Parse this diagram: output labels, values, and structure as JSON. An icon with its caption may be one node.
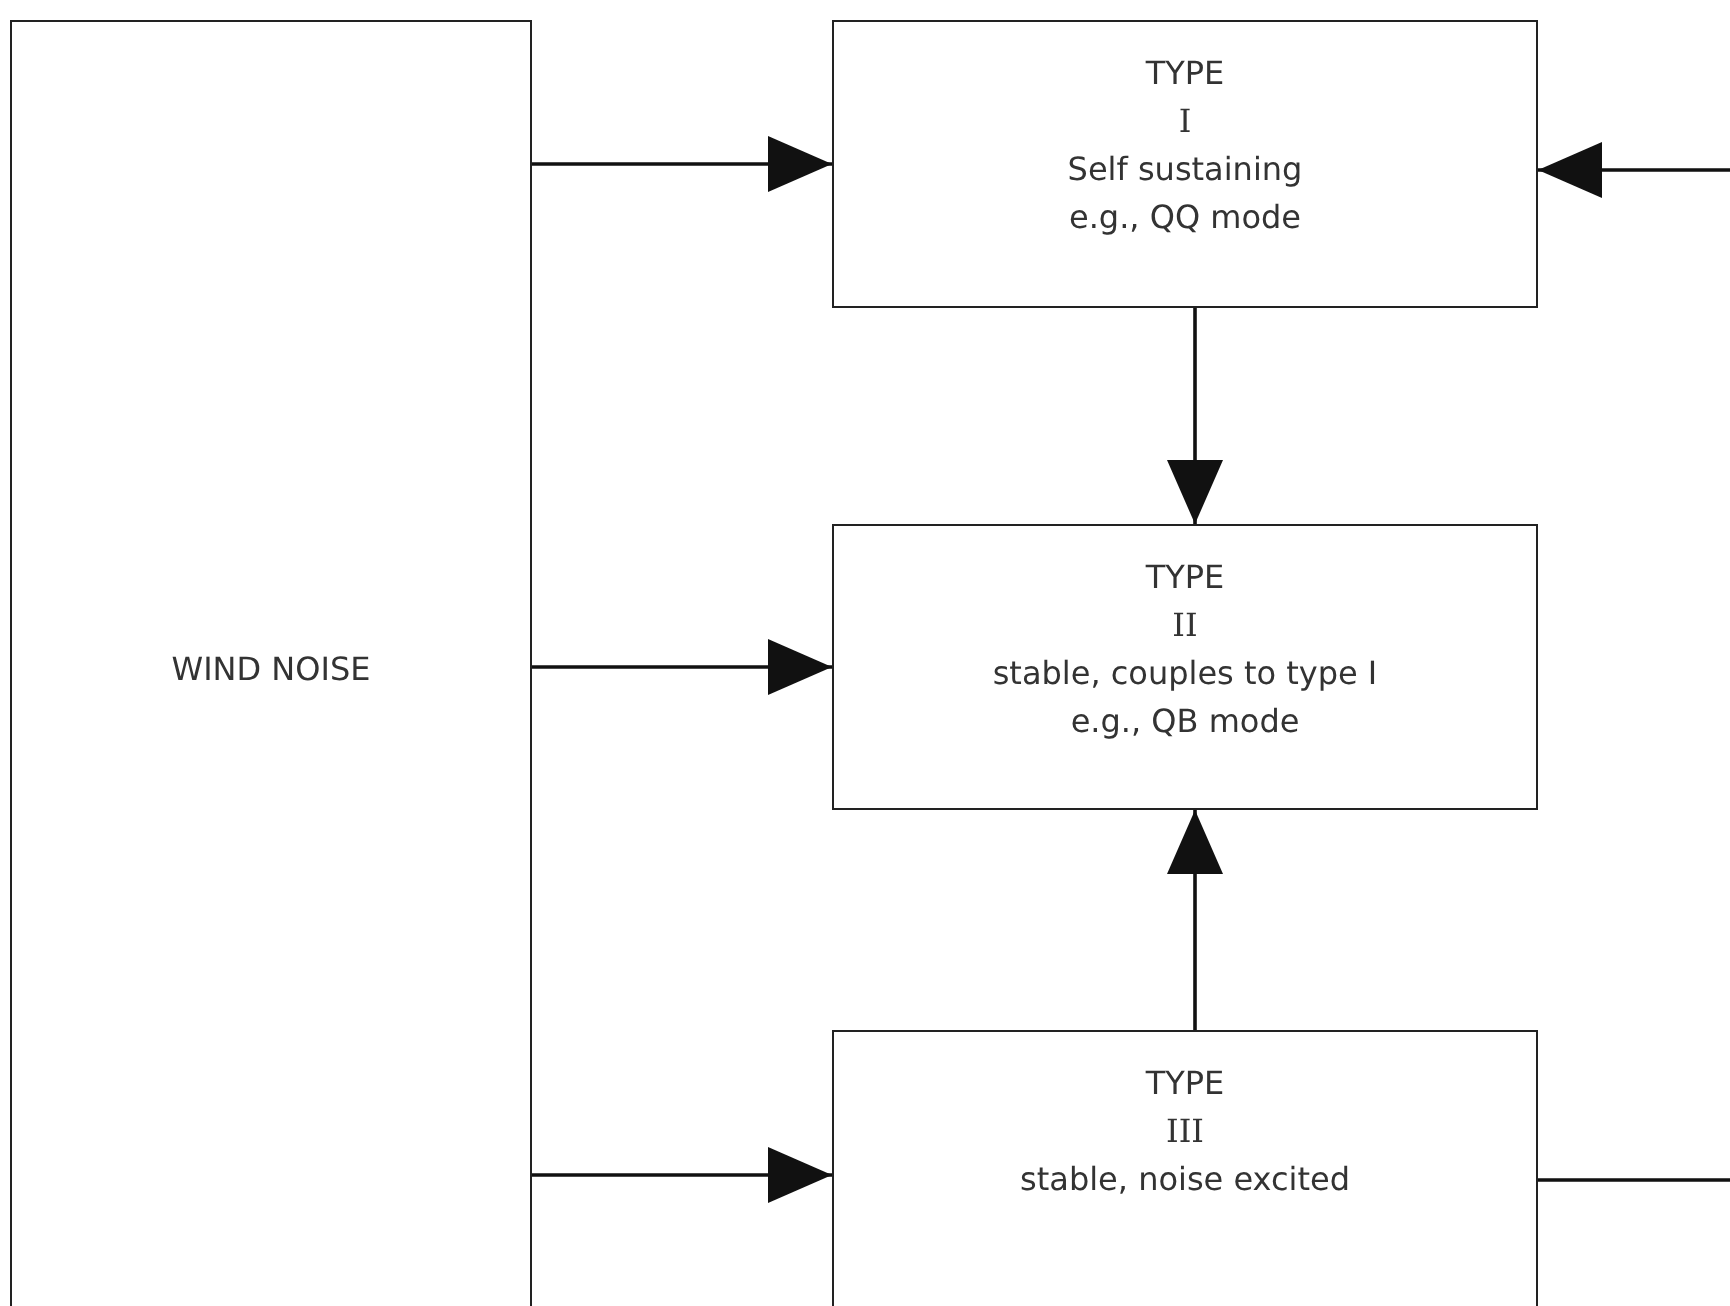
{
  "diagram": {
    "nodes": [
      {
        "text": [
          "WIND NOISE"
        ]
      },
      {
        "text": [
          "TYPE I",
          "Self sustaining",
          "e.g., QQ mode"
        ]
      },
      {
        "text": [
          "TYPE II",
          "stable, couples to type I",
          "e.g., QB mode"
        ]
      },
      {
        "text": [
          "TYPE III",
          "stable, noise excited"
        ]
      }
    ],
    "edges": [
      {
        "from": 0,
        "to": 1,
        "arrow": "to"
      },
      {
        "from": 0,
        "to": 2,
        "arrow": "to"
      },
      {
        "from": 0,
        "to": 3,
        "arrow": "to"
      },
      {
        "from": 1,
        "to": 2,
        "arrow": "to"
      },
      {
        "from": 3,
        "to": 2,
        "arrow": "to"
      },
      {
        "from": 3,
        "to": 1,
        "arrow": "to"
      }
    ]
  }
}
